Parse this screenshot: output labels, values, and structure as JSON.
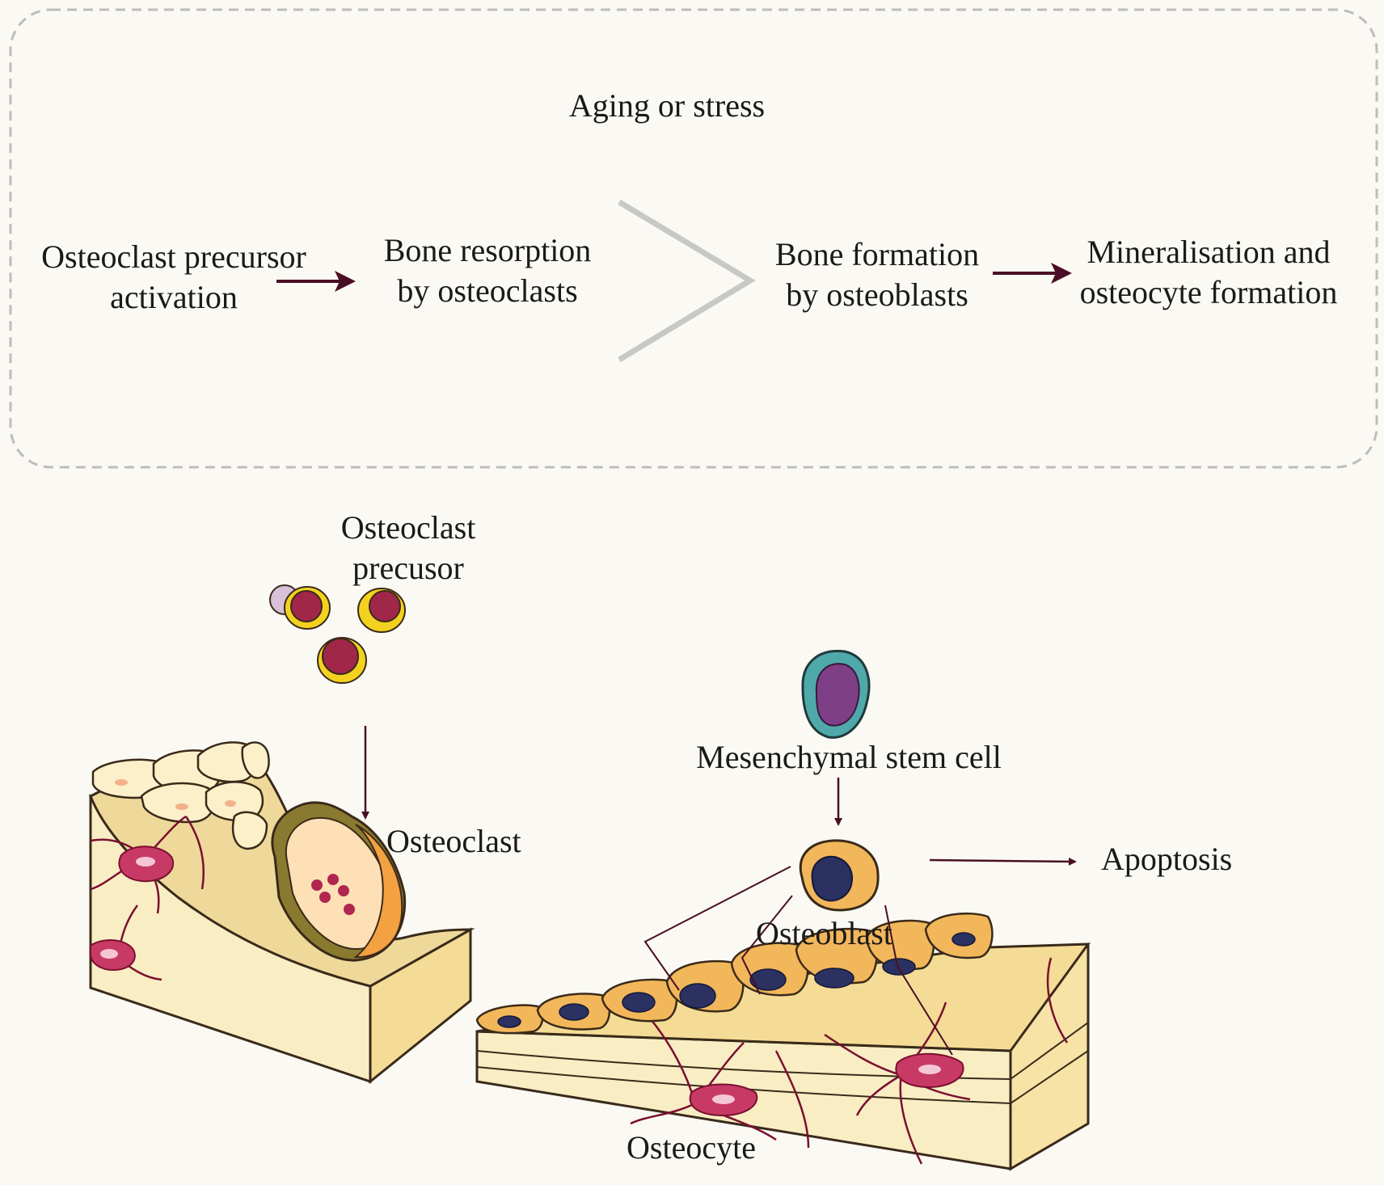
{
  "summary": {
    "condition": "Aging or stress",
    "steps": [
      {
        "lines": [
          "Osteoclast precursor",
          "activation"
        ]
      },
      {
        "lines": [
          "Bone resorption",
          "by osteoclasts"
        ]
      },
      {
        "lines": [
          "Bone formation",
          "by osteoblasts"
        ]
      },
      {
        "lines": [
          "Mineralisation and",
          "osteocyte formation"
        ]
      }
    ],
    "comparison_symbol": "greater-than"
  },
  "illustration": {
    "osteoclast_precursor": [
      "Osteoclast",
      "precusor"
    ],
    "osteoclast": "Osteoclast",
    "mesenchymal_stem_cell": "Mesenchymal stem cell",
    "osteoblast": "Osteoblast",
    "apoptosis": "Apoptosis",
    "osteocyte": "Osteocyte"
  },
  "colors": {
    "arrow": "#4a0f24",
    "dashed_border": "#bdbdbd",
    "bone": "#f7e7b4",
    "osteoblast_body": "#f2b75a",
    "nucleus": "#2b3160",
    "osteocyte": "#c83a66",
    "stem_cell": "#4fa9ab",
    "stem_nucleus": "#7e3f86",
    "precursor_ring": "#f2d21e",
    "precursor_nucleus": "#a0264a"
  }
}
